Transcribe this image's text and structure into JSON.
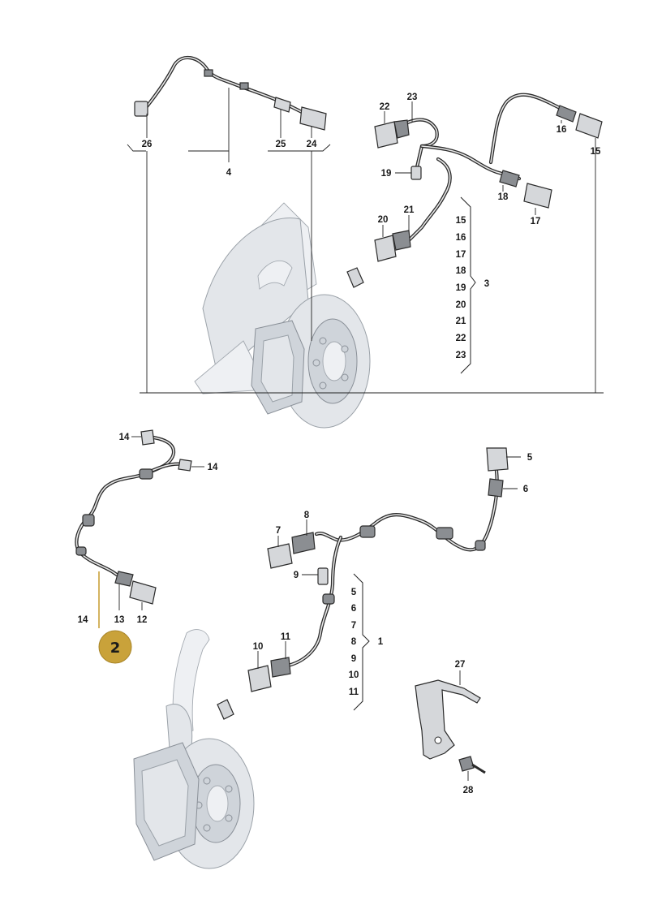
{
  "badge": "2",
  "top_assembly": {
    "callouts": {
      "n26": "26",
      "n4": "4",
      "n25": "25",
      "n24": "24",
      "n22": "22",
      "n23": "23",
      "n16": "16",
      "n15": "15",
      "n19": "19",
      "n18": "18",
      "n17": "17",
      "n20": "20",
      "n21": "21"
    },
    "group_label": "3",
    "group_items": [
      "15",
      "16",
      "17",
      "18",
      "19",
      "20",
      "21",
      "22",
      "23"
    ]
  },
  "bottom_assembly": {
    "callouts": {
      "n14a": "14",
      "n14b": "14",
      "n14c": "14",
      "n13": "13",
      "n12": "12",
      "n5": "5",
      "n6": "6",
      "n7": "7",
      "n8": "8",
      "n9": "9",
      "n10": "10",
      "n11": "11",
      "n27": "27",
      "n28": "28"
    },
    "group_label": "1",
    "group_items": [
      "5",
      "6",
      "7",
      "8",
      "9",
      "10",
      "11"
    ]
  },
  "colors": {
    "badge": "#c9a23a",
    "line": "#222222",
    "ghost": "#e3e6ea"
  }
}
